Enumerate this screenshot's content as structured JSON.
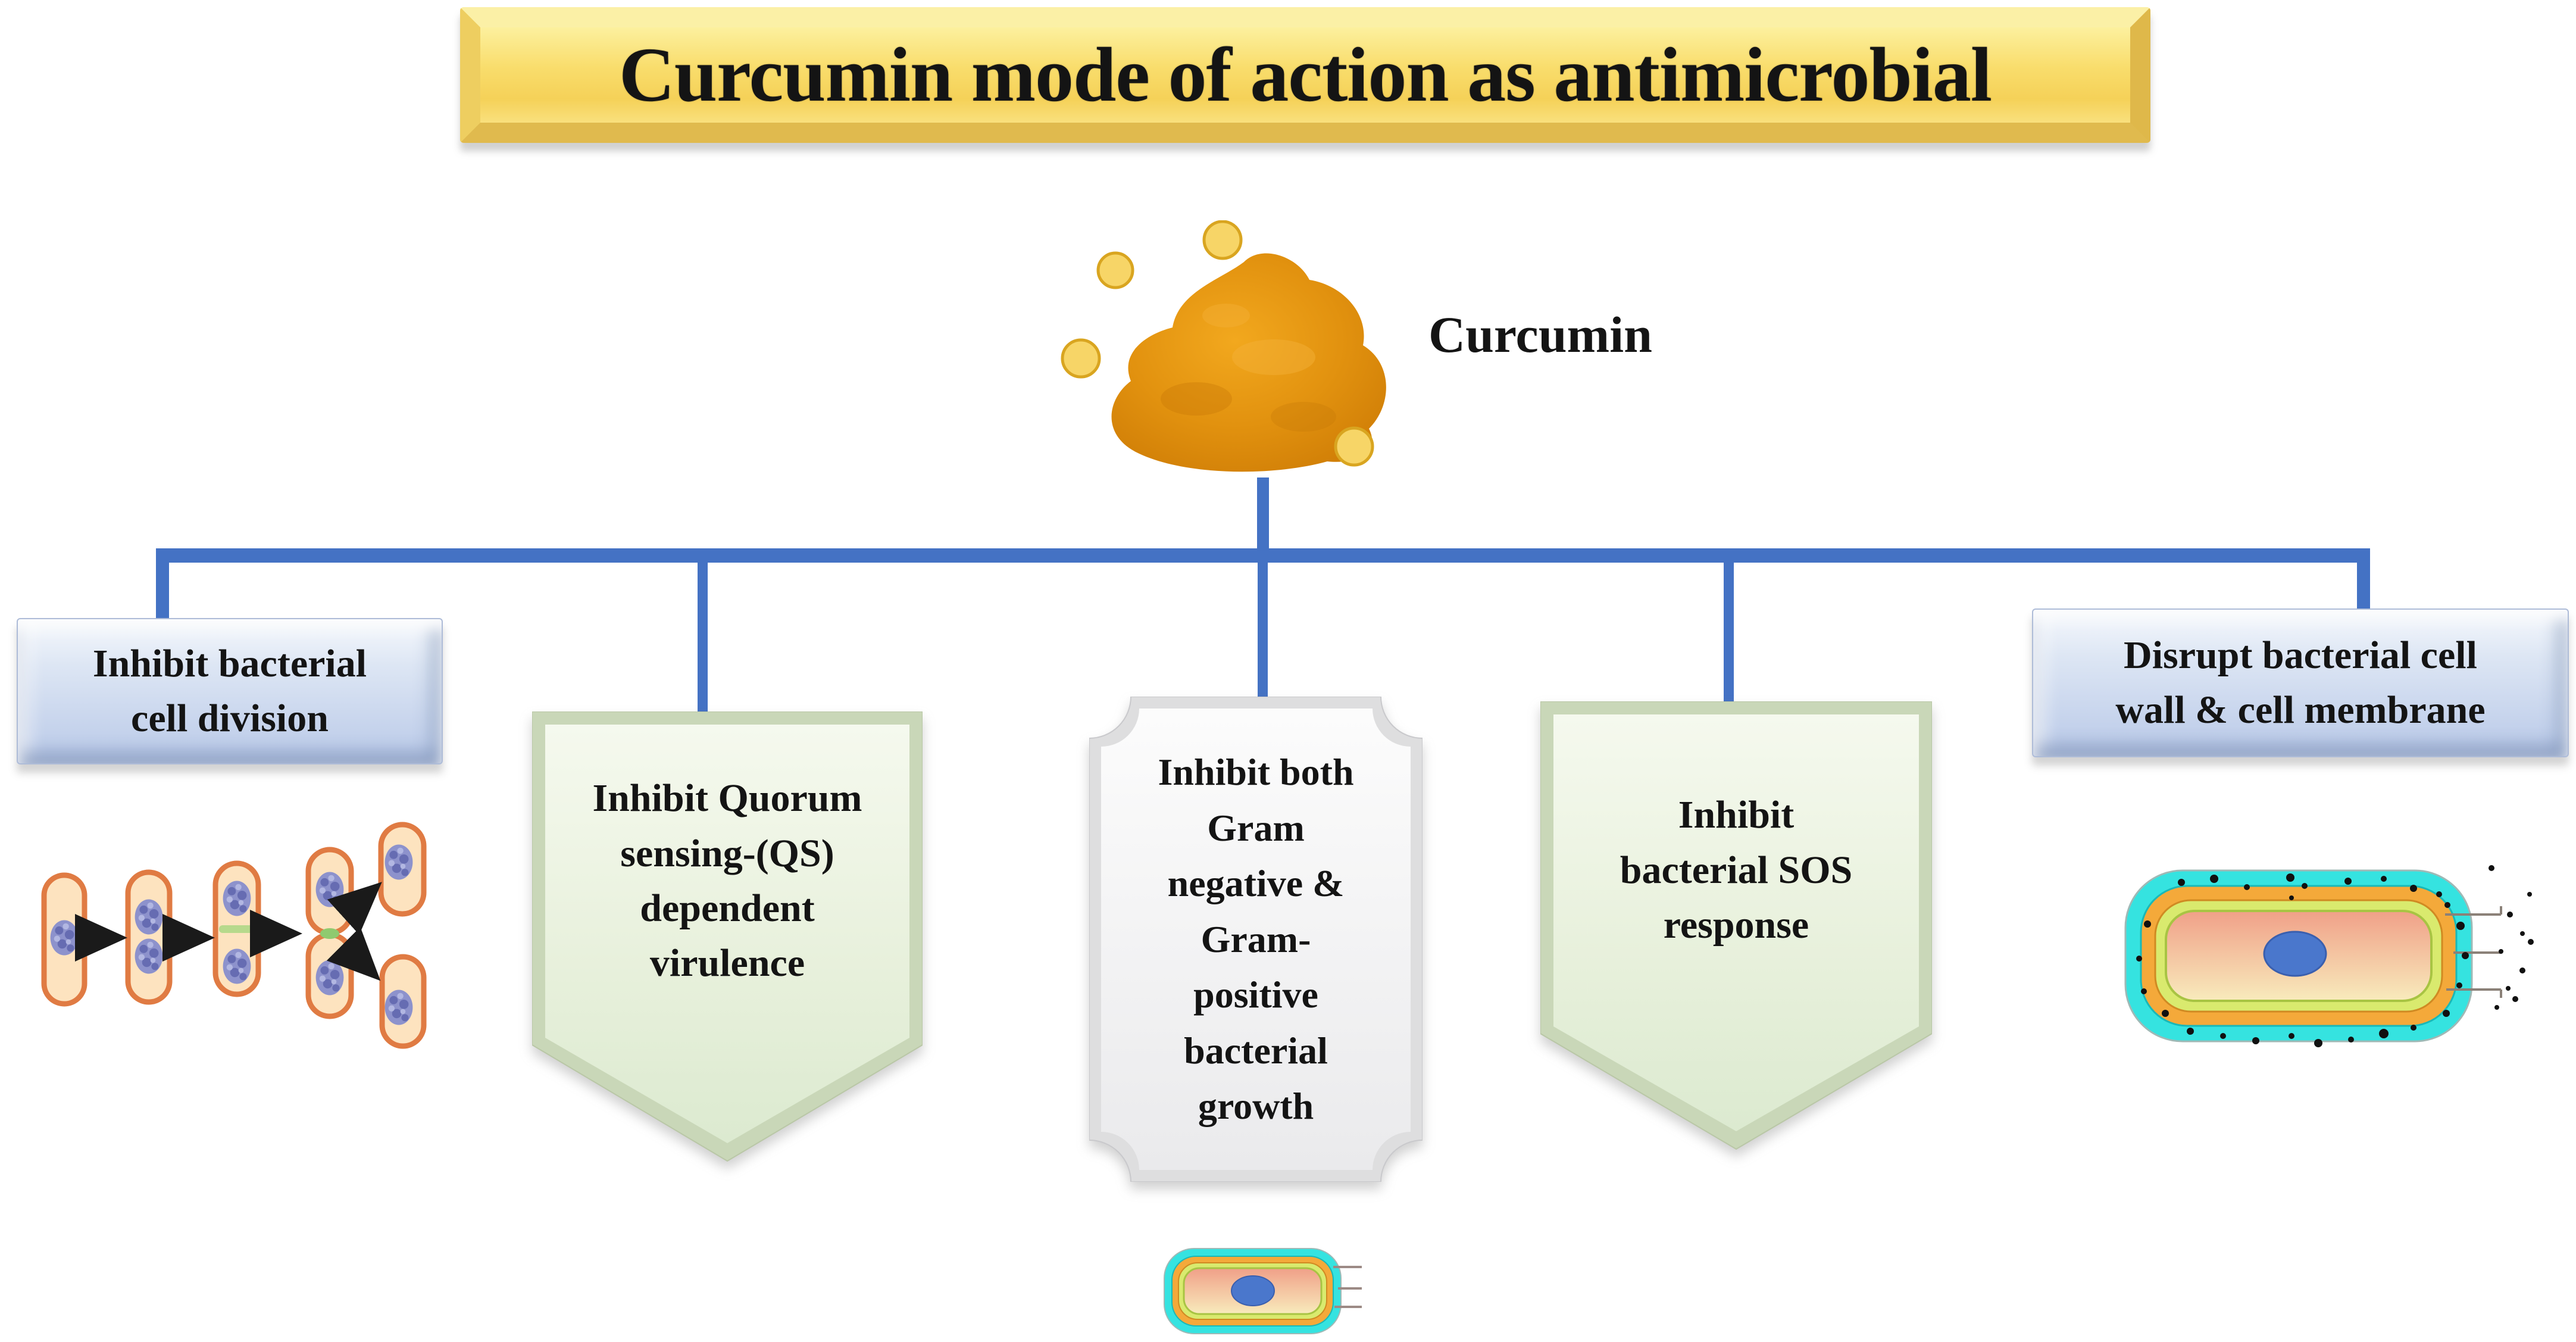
{
  "title": {
    "label": "Curcumin mode of action as antimicrobial"
  },
  "curcumin": {
    "label": "Curcumin"
  },
  "branches": [
    {
      "name": "inhibit-bacterial-cell-division",
      "shape": "beveled-rectangle",
      "fill": "#b9c9e8",
      "lines": [
        "Inhibit bacterial",
        "cell division"
      ]
    },
    {
      "name": "inhibit-quorum-sensing-dependent-virulence",
      "shape": "down-pennant",
      "fill": "#e7f0db",
      "lines": [
        "Inhibit Quorum",
        "sensing-(QS)",
        "dependent",
        "virulence"
      ]
    },
    {
      "name": "inhibit-gram-negative-and-gram-positive-growth",
      "shape": "plaque",
      "fill": "#efefef",
      "lines": [
        "Inhibit both",
        "Gram",
        "negative &",
        "Gram-",
        "positive",
        "bacterial",
        "growth"
      ]
    },
    {
      "name": "inhibit-bacterial-sos-response",
      "shape": "down-pennant",
      "fill": "#e7f0db",
      "lines": [
        "Inhibit",
        "bacterial SOS",
        "response"
      ]
    },
    {
      "name": "disrupt-bacterial-cell-wall-and-membrane",
      "shape": "beveled-rectangle",
      "fill": "#b9c9e8",
      "lines": [
        "Disrupt bacterial cell",
        "wall & cell membrane"
      ]
    }
  ],
  "colors": {
    "connector": "#4472c4",
    "banner_yellow": "#f8d75f",
    "blue_box": "#b9c9e8",
    "green_box": "#e7f0db",
    "plaque_box": "#efefef",
    "powder_orange": "#e2920f",
    "cell_outline": "#e07b43",
    "cell_fill": "#fde3bf",
    "nucleoid_purple": "#8d92cc",
    "membrane_cyan": "#35e3e0",
    "membrane_orange": "#f4a93a",
    "membrane_yellow_green": "#d9ea6e",
    "nucleus_blue": "#4a77cc"
  },
  "illustrations": {
    "powder": "curcumin-powder",
    "division": "bacterial-cell-division-sequence",
    "big_cell": "disrupted-bacterial-cell-wall-membrane",
    "small_cell": "intact-bacterial-cell"
  }
}
